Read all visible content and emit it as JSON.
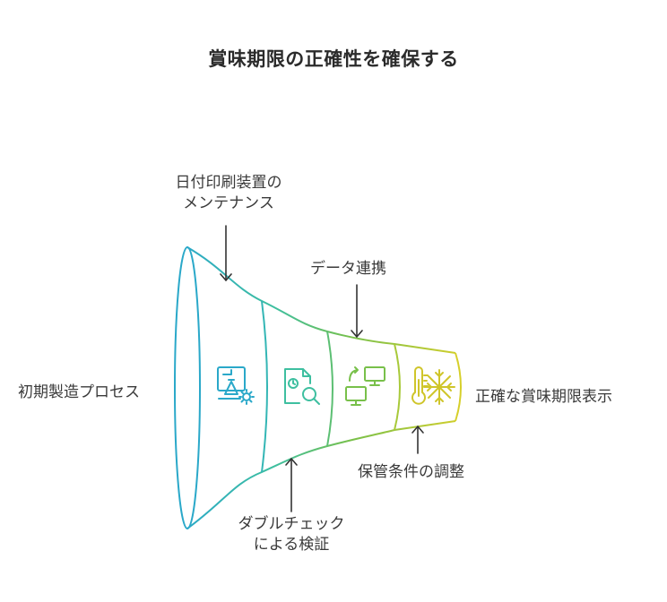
{
  "title": "賞味期限の正確性を確保する",
  "labels": {
    "input": "初期製造プロセス",
    "output": "正確な賞味期限表示",
    "top1": {
      "line1": "日付印刷装置の",
      "line2": "メンテナンス"
    },
    "top2": "データ連携",
    "bottom1": {
      "line1": "ダブルチェック",
      "line2": "による検証"
    },
    "bottom2": "保管条件の調整"
  },
  "stages": [
    {
      "icon": "printer-maintenance-icon",
      "color": "#2aa8c9"
    },
    {
      "icon": "document-search-icon",
      "color": "#3ebfa0"
    },
    {
      "icon": "data-sync-icon",
      "color": "#78c04a"
    },
    {
      "icon": "temperature-snowflake-icon",
      "color": "#cfcc2c"
    }
  ],
  "colors": {
    "arrow": "#333333",
    "title": "#2b2b2b"
  }
}
